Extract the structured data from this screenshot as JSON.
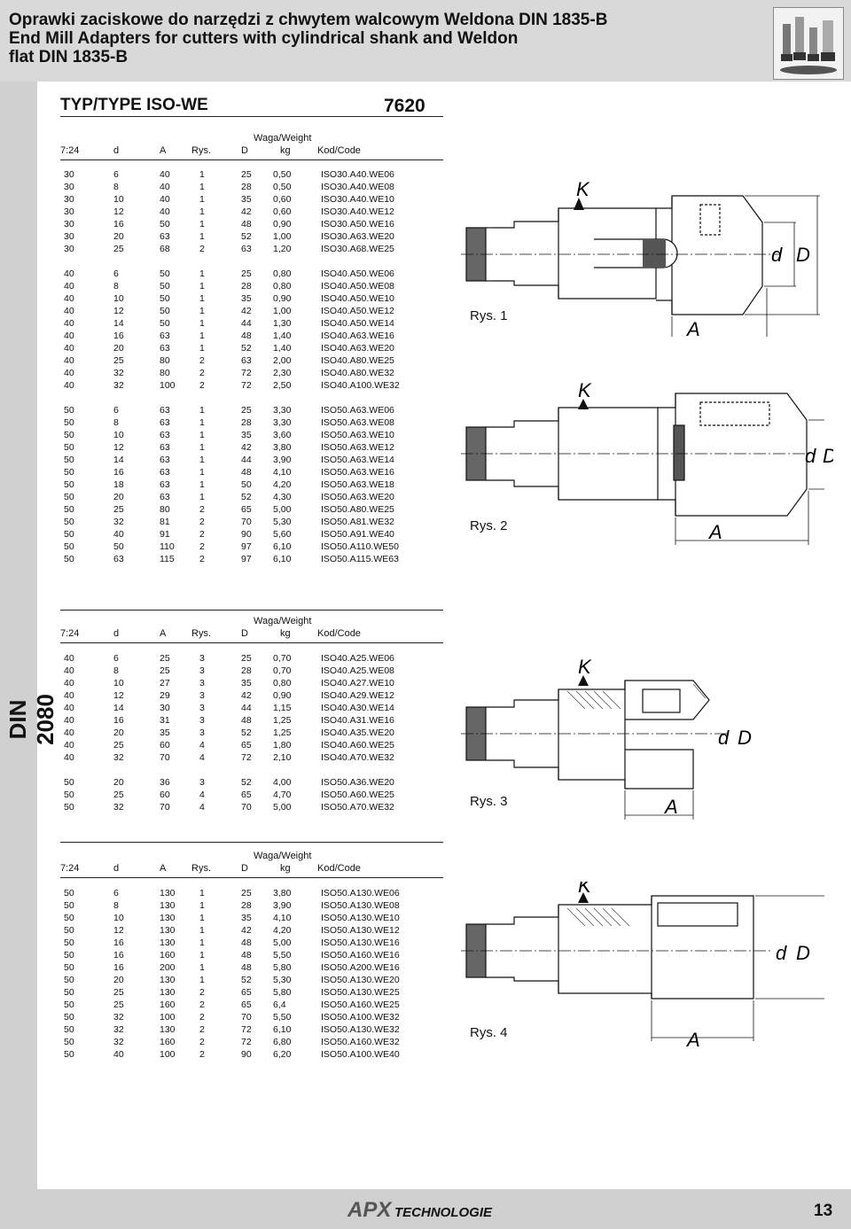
{
  "header": {
    "title_pl": "Oprawki zaciskowe do narzędzi z chwytem walcowym Weldona DIN 1835-B",
    "title_en": "End Mill Adapters for cutters with cylindrical shank and Weldon",
    "title_en2": "flat DIN 1835-B"
  },
  "sidebar": {
    "label": "DIN 2080"
  },
  "type": {
    "title": "TYP/TYPE ISO-WE",
    "code": "7620"
  },
  "columns": {
    "weight_label": "Waga/Weight",
    "headers": [
      "7:24",
      "d",
      "A",
      "Rys.",
      "D",
      "kg",
      "Kod/Code"
    ]
  },
  "tables": [
    {
      "groups": [
        [
          [
            "30",
            "6",
            "40",
            "1",
            "25",
            "0,50",
            "ISO30.A40.WE06"
          ],
          [
            "30",
            "8",
            "40",
            "1",
            "28",
            "0,50",
            "ISO30.A40.WE08"
          ],
          [
            "30",
            "10",
            "40",
            "1",
            "35",
            "0,60",
            "ISO30.A40.WE10"
          ],
          [
            "30",
            "12",
            "40",
            "1",
            "42",
            "0,60",
            "ISO30.A40.WE12"
          ],
          [
            "30",
            "16",
            "50",
            "1",
            "48",
            "0,90",
            "ISO30.A50.WE16"
          ],
          [
            "30",
            "20",
            "63",
            "1",
            "52",
            "1,00",
            "ISO30.A63.WE20"
          ],
          [
            "30",
            "25",
            "68",
            "2",
            "63",
            "1,20",
            "ISO30.A68.WE25"
          ]
        ],
        [
          [
            "40",
            "6",
            "50",
            "1",
            "25",
            "0,80",
            "ISO40.A50.WE06"
          ],
          [
            "40",
            "8",
            "50",
            "1",
            "28",
            "0,80",
            "ISO40.A50.WE08"
          ],
          [
            "40",
            "10",
            "50",
            "1",
            "35",
            "0,90",
            "ISO40.A50.WE10"
          ],
          [
            "40",
            "12",
            "50",
            "1",
            "42",
            "1,00",
            "ISO40.A50.WE12"
          ],
          [
            "40",
            "14",
            "50",
            "1",
            "44",
            "1,30",
            "ISO40.A50.WE14"
          ],
          [
            "40",
            "16",
            "63",
            "1",
            "48",
            "1,40",
            "ISO40.A63.WE16"
          ],
          [
            "40",
            "20",
            "63",
            "1",
            "52",
            "1,40",
            "ISO40.A63.WE20"
          ],
          [
            "40",
            "25",
            "80",
            "2",
            "63",
            "2,00",
            "ISO40.A80.WE25"
          ],
          [
            "40",
            "32",
            "80",
            "2",
            "72",
            "2,30",
            "ISO40.A80.WE32"
          ],
          [
            "40",
            "32",
            "100",
            "2",
            "72",
            "2,50",
            "ISO40.A100.WE32"
          ]
        ],
        [
          [
            "50",
            "6",
            "63",
            "1",
            "25",
            "3,30",
            "ISO50.A63.WE06"
          ],
          [
            "50",
            "8",
            "63",
            "1",
            "28",
            "3,30",
            "ISO50.A63.WE08"
          ],
          [
            "50",
            "10",
            "63",
            "1",
            "35",
            "3,60",
            "ISO50.A63.WE10"
          ],
          [
            "50",
            "12",
            "63",
            "1",
            "42",
            "3,80",
            "ISO50.A63.WE12"
          ],
          [
            "50",
            "14",
            "63",
            "1",
            "44",
            "3,90",
            "ISO50.A63.WE14"
          ],
          [
            "50",
            "16",
            "63",
            "1",
            "48",
            "4,10",
            "ISO50.A63.WE16"
          ],
          [
            "50",
            "18",
            "63",
            "1",
            "50",
            "4,20",
            "ISO50.A63.WE18"
          ],
          [
            "50",
            "20",
            "63",
            "1",
            "52",
            "4,30",
            "ISO50.A63.WE20"
          ],
          [
            "50",
            "25",
            "80",
            "2",
            "65",
            "5,00",
            "ISO50.A80.WE25"
          ],
          [
            "50",
            "32",
            "81",
            "2",
            "70",
            "5,30",
            "ISO50.A81.WE32"
          ],
          [
            "50",
            "40",
            "91",
            "2",
            "90",
            "5,60",
            "ISO50.A91.WE40"
          ],
          [
            "50",
            "50",
            "110",
            "2",
            "97",
            "6,10",
            "ISO50.A110.WE50"
          ],
          [
            "50",
            "63",
            "115",
            "2",
            "97",
            "6,10",
            "ISO50.A115.WE63"
          ]
        ]
      ]
    },
    {
      "groups": [
        [
          [
            "40",
            "6",
            "25",
            "3",
            "25",
            "0,70",
            "ISO40.A25.WE06"
          ],
          [
            "40",
            "8",
            "25",
            "3",
            "28",
            "0,70",
            "ISO40.A25.WE08"
          ],
          [
            "40",
            "10",
            "27",
            "3",
            "35",
            "0,80",
            "ISO40.A27.WE10"
          ],
          [
            "40",
            "12",
            "29",
            "3",
            "42",
            "0,90",
            "ISO40.A29.WE12"
          ],
          [
            "40",
            "14",
            "30",
            "3",
            "44",
            "1,15",
            "ISO40.A30.WE14"
          ],
          [
            "40",
            "16",
            "31",
            "3",
            "48",
            "1,25",
            "ISO40.A31.WE16"
          ],
          [
            "40",
            "20",
            "35",
            "3",
            "52",
            "1,25",
            "ISO40.A35.WE20"
          ],
          [
            "40",
            "25",
            "60",
            "4",
            "65",
            "1,80",
            "ISO40.A60.WE25"
          ],
          [
            "40",
            "32",
            "70",
            "4",
            "72",
            "2,10",
            "ISO40.A70.WE32"
          ]
        ],
        [
          [
            "50",
            "20",
            "36",
            "3",
            "52",
            "4,00",
            "ISO50.A36.WE20"
          ],
          [
            "50",
            "25",
            "60",
            "4",
            "65",
            "4,70",
            "ISO50.A60.WE25"
          ],
          [
            "50",
            "32",
            "70",
            "4",
            "70",
            "5,00",
            "ISO50.A70.WE32"
          ]
        ]
      ]
    },
    {
      "groups": [
        [
          [
            "50",
            "6",
            "130",
            "1",
            "25",
            "3,80",
            "ISO50.A130.WE06"
          ],
          [
            "50",
            "8",
            "130",
            "1",
            "28",
            "3,90",
            "ISO50.A130.WE08"
          ],
          [
            "50",
            "10",
            "130",
            "1",
            "35",
            "4,10",
            "ISO50.A130.WE10"
          ],
          [
            "50",
            "12",
            "130",
            "1",
            "42",
            "4,20",
            "ISO50.A130.WE12"
          ],
          [
            "50",
            "16",
            "130",
            "1",
            "48",
            "5,00",
            "ISO50.A130.WE16"
          ],
          [
            "50",
            "16",
            "160",
            "1",
            "48",
            "5,50",
            "ISO50.A160.WE16"
          ],
          [
            "50",
            "16",
            "200",
            "1",
            "48",
            "5,80",
            "ISO50.A200.WE16"
          ],
          [
            "50",
            "20",
            "130",
            "1",
            "52",
            "5,30",
            "ISO50.A130.WE20"
          ],
          [
            "50",
            "25",
            "130",
            "2",
            "65",
            "5,80",
            "ISO50.A130.WE25"
          ],
          [
            "50",
            "25",
            "160",
            "2",
            "65",
            "6,4",
            "ISO50.A160.WE25"
          ],
          [
            "50",
            "32",
            "100",
            "2",
            "70",
            "5,50",
            "ISO50.A100.WE32"
          ],
          [
            "50",
            "32",
            "130",
            "2",
            "72",
            "6,10",
            "ISO50.A130.WE32"
          ],
          [
            "50",
            "32",
            "160",
            "2",
            "72",
            "6,80",
            "ISO50.A160.WE32"
          ],
          [
            "50",
            "40",
            "100",
            "2",
            "90",
            "6,20",
            "ISO50.A100.WE40"
          ]
        ]
      ]
    }
  ],
  "figures": {
    "rys1": "Rys. 1",
    "rys2": "Rys. 2",
    "rys3": "Rys. 3",
    "rys4": "Rys. 4",
    "dim_K": "K",
    "dim_A": "A",
    "dim_d": "d",
    "dim_D": "D"
  },
  "footer": {
    "brand": "APX",
    "brand_tail": "TECHNOLOGIE",
    "page": "13"
  }
}
